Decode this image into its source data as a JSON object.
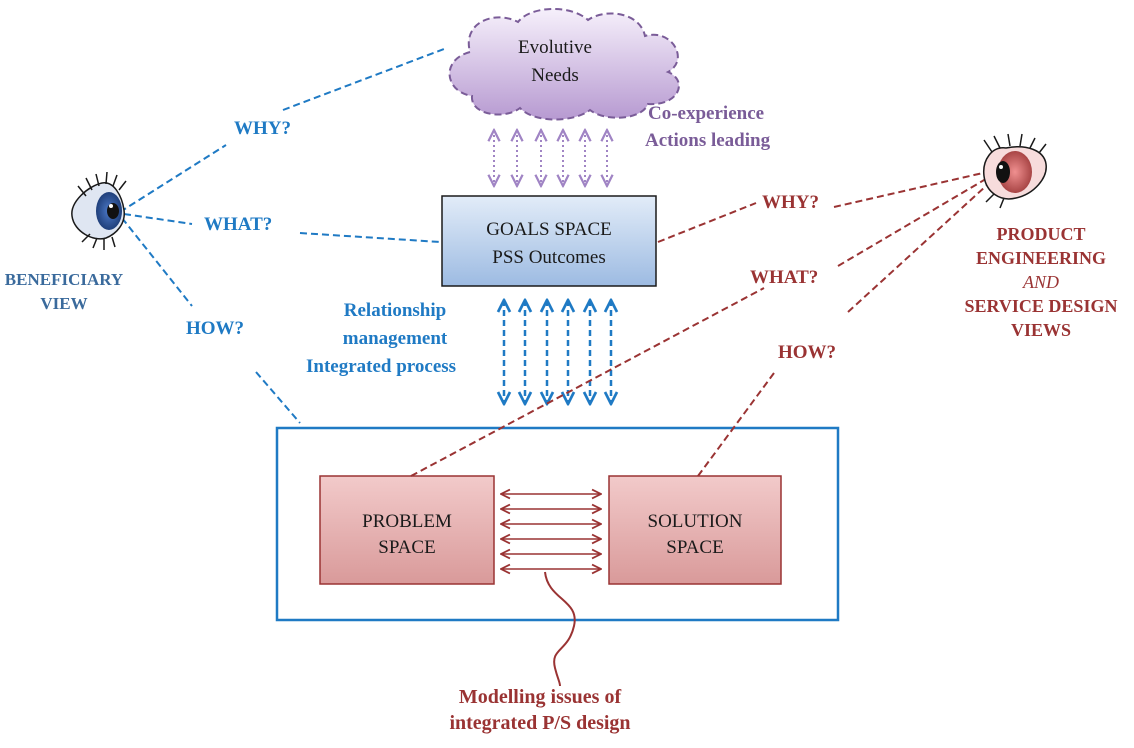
{
  "cloud": {
    "line1": "Evolutive",
    "line2": "Needs"
  },
  "co_experience": {
    "line1": "Co-experience",
    "line2": "Actions leading"
  },
  "goals_box": {
    "line1": "GOALS  SPACE",
    "line2": "PSS Outcomes"
  },
  "relationship": {
    "line1": "Relationship",
    "line2": "management",
    "line3": "Integrated process"
  },
  "beneficiary": {
    "why": "WHY?",
    "what": "WHAT?",
    "how": "HOW?",
    "view_line1": "BENEFICIARY",
    "view_line2": "VIEW"
  },
  "engineering": {
    "why": "WHY?",
    "what": "WHAT?",
    "how": "HOW?",
    "view_line1": "PRODUCT",
    "view_line2": "ENGINEERING",
    "view_line3": "AND",
    "view_line4": "SERVICE DESIGN",
    "view_line5": "VIEWS"
  },
  "problem_box": {
    "line1": "PROBLEM",
    "line2": "SPACE"
  },
  "solution_box": {
    "line1": "SOLUTION",
    "line2": "SPACE"
  },
  "modelling": {
    "line1": "Modelling issues of",
    "line2": "integrated P/S design"
  },
  "colors": {
    "blue": "#1f7ac4",
    "dark_red": "#9a3333",
    "purple": "#7a5c98",
    "steel_blue": "#3a6a9c"
  },
  "icons": {
    "left_eye": "blue-eye-icon",
    "right_eye": "red-eye-icon"
  }
}
